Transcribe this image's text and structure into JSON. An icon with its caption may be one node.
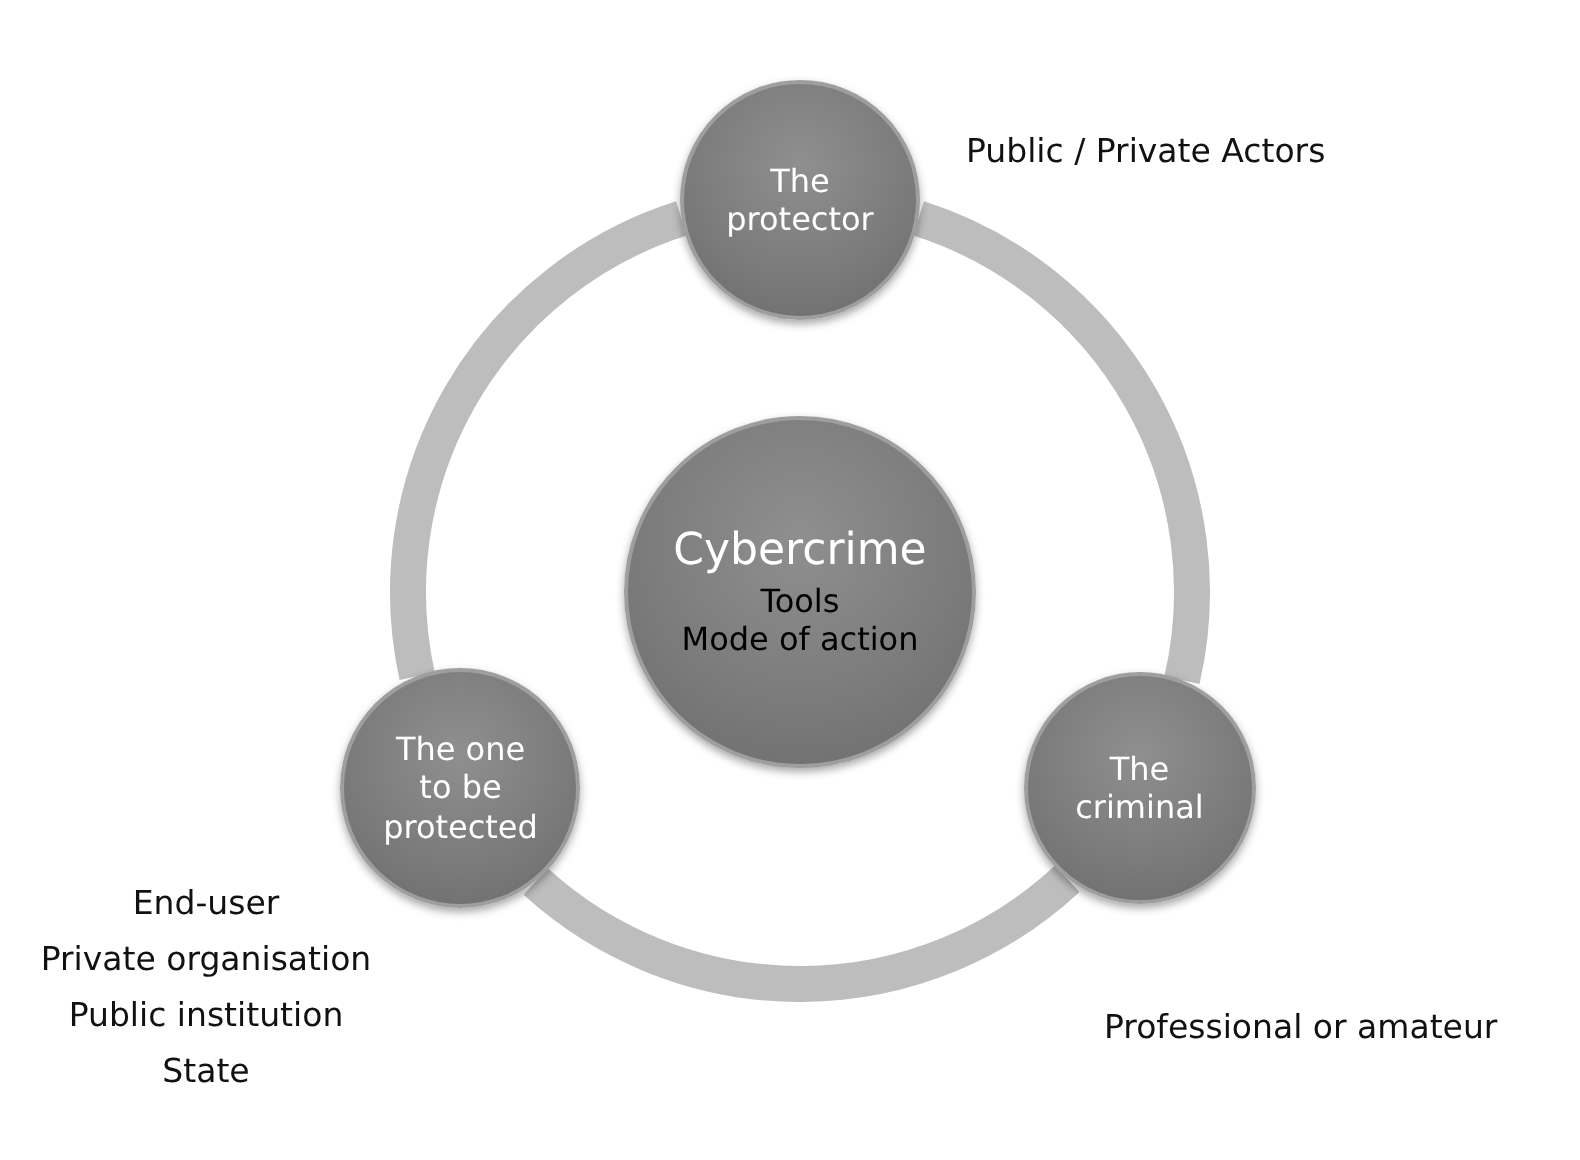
{
  "diagram": {
    "nodes": [
      {
        "text": [
          "Cybercrime",
          "Tools",
          "Mode of action"
        ]
      },
      {
        "text": [
          "The protector"
        ],
        "beside": [
          "Public / Private Actors"
        ]
      },
      {
        "text": [
          "The criminal"
        ],
        "beside": [
          "Professional or amateur"
        ]
      },
      {
        "text": [
          "The one to be protected"
        ],
        "beside": [
          "End-user",
          "Private organisation",
          "Public institution",
          "State"
        ]
      }
    ],
    "edges": [
      {
        "from": 1,
        "to": 2,
        "arrow": "none"
      },
      {
        "from": 2,
        "to": 3,
        "arrow": "none"
      },
      {
        "from": 3,
        "to": 1,
        "arrow": "none"
      }
    ]
  }
}
